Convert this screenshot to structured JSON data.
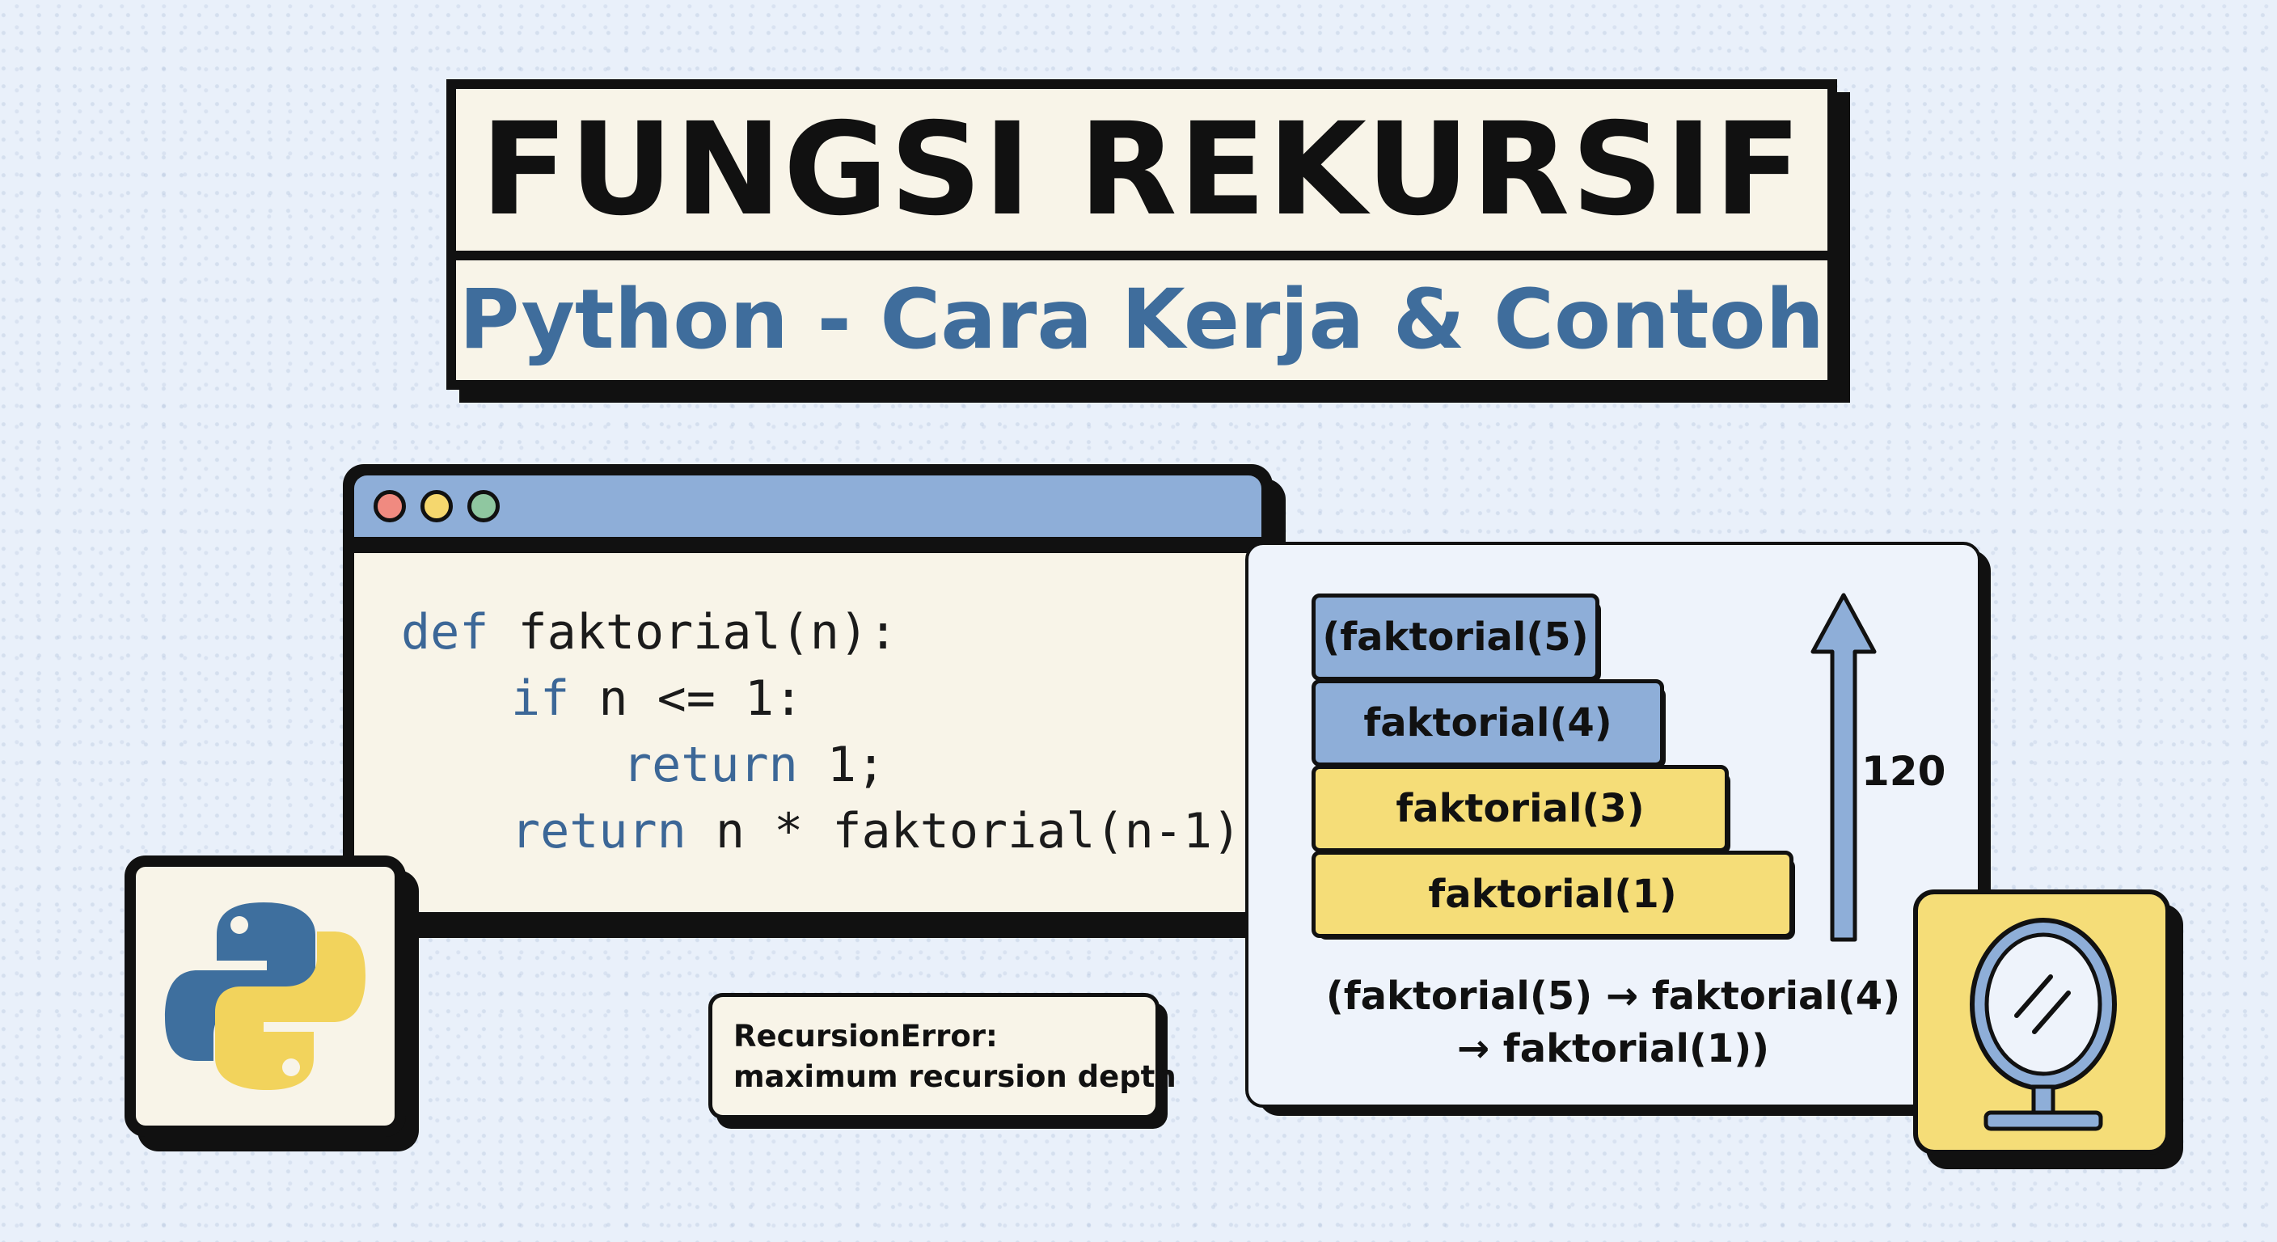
{
  "header": {
    "title": "FUNGSI REKURSIF",
    "subtitle": "Python - Cara Kerja & Contoh"
  },
  "colors": {
    "background": "#e9f0fa",
    "accent_blue": "#8eaed8",
    "keyword_blue": "#3c6797",
    "accent_yellow": "#f5dd78",
    "paper": "#f8f4e8",
    "outline": "#111111",
    "window_dot_red": "#f08a80",
    "window_dot_yellow": "#f5d76e",
    "window_dot_green": "#8fc7a0"
  },
  "code": {
    "line1": {
      "kw": "def",
      "rest": " faktorial(n):"
    },
    "line2": {
      "kw": "if",
      "rest": " n <= 1:"
    },
    "line3": {
      "kw": "return",
      "rest": " 1;"
    },
    "line4": {
      "kw": "return",
      "rest": " n * faktorial(n-1)"
    }
  },
  "stack": {
    "frames": [
      {
        "label": "(faktorial(5)",
        "color": "blue"
      },
      {
        "label": "faktorial(4)",
        "color": "blue"
      },
      {
        "label": "faktorial(3)",
        "color": "yellow"
      },
      {
        "label": "faktorial(1)",
        "color": "yellow"
      }
    ],
    "return_value": "120",
    "trace_line1": "(faktorial(5) → faktorial(4)",
    "trace_line2": "→ faktorial(1))"
  },
  "error": {
    "line1": "RecursionError:",
    "line2": "maximum recursion depth"
  },
  "icons": {
    "logo": "python-logo-icon",
    "mirror": "mirror-icon",
    "arrow": "arrow-up-icon"
  }
}
